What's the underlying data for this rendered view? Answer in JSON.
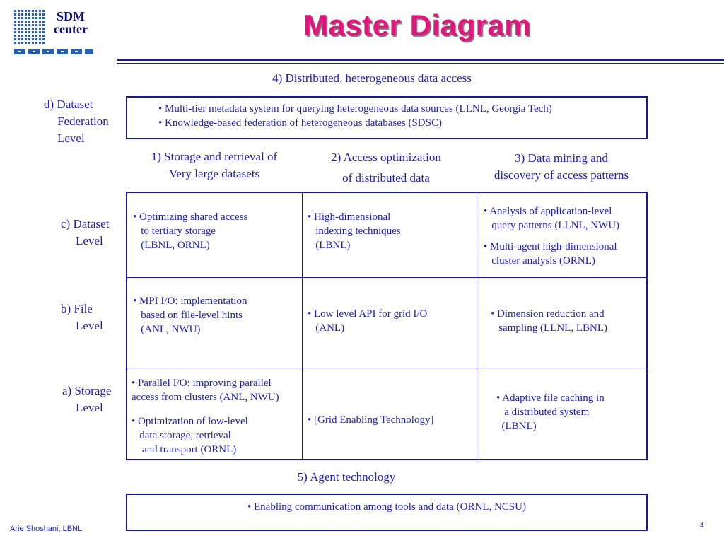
{
  "logo": {
    "line1": "SDM",
    "line2": "center"
  },
  "title": "Master Diagram",
  "sections": {
    "s4": "4) Distributed, heterogeneous data access",
    "s1_line1": "1) Storage and retrieval of",
    "s1_line2": "Very large datasets",
    "s2_line1": "2) Access optimization",
    "s2_line2": "of distributed data",
    "s3_line1": "3) Data mining and",
    "s3_line2": "discovery of access patterns",
    "s5": "5) Agent technology"
  },
  "levels": {
    "d": [
      "d) Dataset",
      "Federation",
      "Level"
    ],
    "c": [
      "c) Dataset",
      "Level"
    ],
    "b": [
      "b) File",
      "Level"
    ],
    "a": [
      "a) Storage",
      "Level"
    ]
  },
  "federation_box": [
    "• Multi-tier metadata system for querying heterogeneous data sources (LLNL, Georgia Tech)",
    "• Knowledge-based federation of heterogeneous databases (SDSC)"
  ],
  "grid": {
    "c1": [
      "• Optimizing shared access",
      "   to tertiary storage",
      "   (LBNL, ORNL)"
    ],
    "c2": [
      "• High-dimensional",
      "   indexing techniques",
      "   (LBNL)"
    ],
    "c3a": [
      "• Analysis of application-level",
      "   query patterns (LLNL, NWU)"
    ],
    "c3b": [
      "• Multi-agent high-dimensional",
      "   cluster analysis (ORNL)"
    ],
    "b1": [
      "• MPI I/O: implementation",
      "   based on file-level hints",
      "   (ANL, NWU)"
    ],
    "b2": [
      "• Low level API for grid I/O",
      "   (ANL)"
    ],
    "b3": [
      "• Dimension reduction and",
      "   sampling (LLNL, LBNL)"
    ],
    "a1a": [
      "• Parallel I/O: improving parallel",
      "access from clusters (ANL, NWU)"
    ],
    "a1b": [
      "• Optimization of low-level",
      "   data storage, retrieval",
      "    and transport (ORNL)"
    ],
    "a2": [
      "• [Grid Enabling Technology]"
    ],
    "a3": [
      "• Adaptive file caching in",
      "   a distributed system",
      "  (LBNL)"
    ]
  },
  "agent_box": "• Enabling communication among tools and data (ORNL, NCSU)",
  "footer": "Arie Shoshani, LBNL",
  "page_number": "4",
  "colors": {
    "title": "#e0157e",
    "text": "#1f1fa8",
    "border": "#1a1a8c"
  }
}
